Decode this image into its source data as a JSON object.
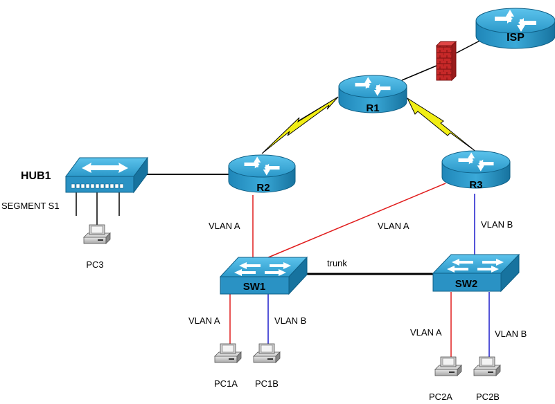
{
  "devices": {
    "isp": {
      "label": "ISP"
    },
    "r1": {
      "label": "R1"
    },
    "r2": {
      "label": "R2"
    },
    "r3": {
      "label": "R3"
    },
    "sw1": {
      "label": "SW1"
    },
    "sw2": {
      "label": "SW2"
    },
    "hub1": {
      "label": "HUB1",
      "segment": "SEGMENT S1"
    }
  },
  "hosts": {
    "pc3": "PC3",
    "pc1a": "PC1A",
    "pc1b": "PC1B",
    "pc2a": "PC2A",
    "pc2b": "PC2B"
  },
  "links": {
    "r2_sw1": "VLAN A",
    "r3_sw1": "VLAN A",
    "r3_sw2": "VLAN B",
    "sw1_sw2": "trunk",
    "sw1_pc1a": "VLAN A",
    "sw1_pc1b": "VLAN B",
    "sw2_pc2a": "VLAN A",
    "sw2_pc2b": "VLAN B"
  },
  "colors": {
    "device_top": "#2f9fd1",
    "device_side": "#1a7fae",
    "vlan_a": "#e11d1d",
    "vlan_b": "#1a1acb",
    "serial": "#f1ee15",
    "firewall": "#cc2a2a"
  }
}
